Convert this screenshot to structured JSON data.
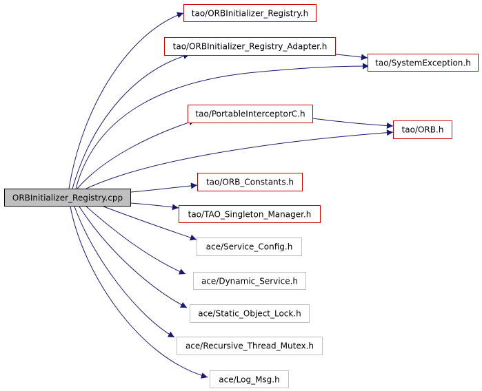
{
  "graph": {
    "root": {
      "id": "root",
      "label": "ORBInitializer_Registry.cpp",
      "fill": "#bfbfbf",
      "border": "#000000"
    },
    "nodes": [
      {
        "id": "n_reg",
        "label": "tao/ORBInitializer_Registry.h",
        "border": "#cc0000"
      },
      {
        "id": "n_adapter",
        "label": "tao/ORBInitializer_Registry_Adapter.h",
        "border": "#cc0000"
      },
      {
        "id": "n_sysexc",
        "label": "tao/SystemException.h",
        "border": "#cc0000"
      },
      {
        "id": "n_pic",
        "label": "tao/PortableInterceptorC.h",
        "border": "#cc0000"
      },
      {
        "id": "n_orb",
        "label": "tao/ORB.h",
        "border": "#cc0000"
      },
      {
        "id": "n_const",
        "label": "tao/ORB_Constants.h",
        "border": "#cc0000"
      },
      {
        "id": "n_single",
        "label": "tao/TAO_Singleton_Manager.h",
        "border": "#cc0000"
      },
      {
        "id": "n_svc",
        "label": "ace/Service_Config.h",
        "border": "#bfbfbf"
      },
      {
        "id": "n_dyn",
        "label": "ace/Dynamic_Service.h",
        "border": "#bfbfbf"
      },
      {
        "id": "n_lock",
        "label": "ace/Static_Object_Lock.h",
        "border": "#bfbfbf"
      },
      {
        "id": "n_mutex",
        "label": "ace/Recursive_Thread_Mutex.h",
        "border": "#bfbfbf"
      },
      {
        "id": "n_log",
        "label": "ace/Log_Msg.h",
        "border": "#bfbfbf"
      }
    ],
    "edges": [
      [
        "root",
        "n_reg"
      ],
      [
        "root",
        "n_adapter"
      ],
      [
        "root",
        "n_sysexc"
      ],
      [
        "root",
        "n_pic"
      ],
      [
        "root",
        "n_orb"
      ],
      [
        "root",
        "n_const"
      ],
      [
        "root",
        "n_single"
      ],
      [
        "root",
        "n_svc"
      ],
      [
        "root",
        "n_dyn"
      ],
      [
        "root",
        "n_lock"
      ],
      [
        "root",
        "n_mutex"
      ],
      [
        "root",
        "n_log"
      ],
      [
        "n_adapter",
        "n_sysexc"
      ],
      [
        "n_pic",
        "n_orb"
      ]
    ],
    "edge_color": "#191970"
  }
}
